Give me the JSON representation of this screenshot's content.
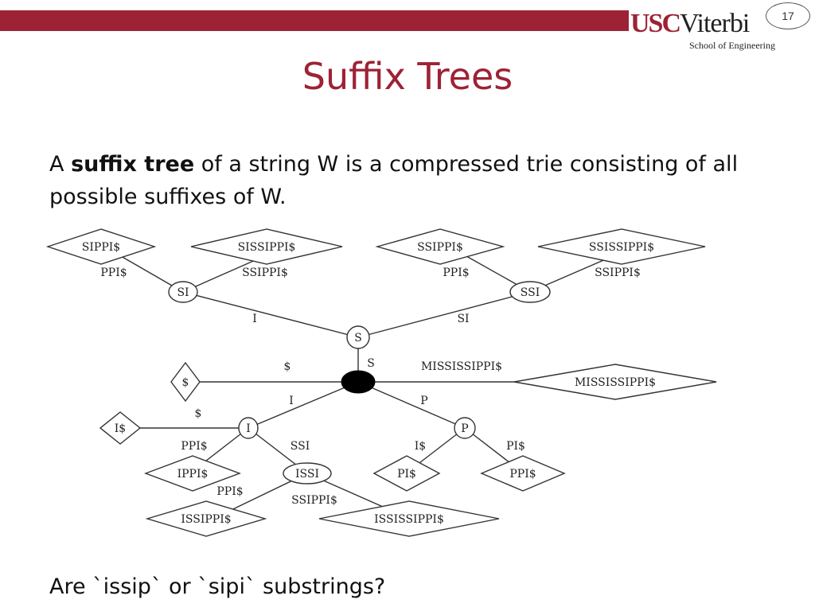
{
  "header": {
    "logo_main": "USC",
    "logo_viterbi": "Viterbi",
    "logo_sub": "School of Engineering",
    "page_number": "17"
  },
  "slide": {
    "title": "Suffix Trees",
    "intro_part1": "A ",
    "intro_bold": "suffix tree",
    "intro_part2": " of a string W is a compressed trie consisting of all possible suffixes of W.",
    "question": "Are `issip` or `sipi` substrings?"
  },
  "diagram": {
    "nodes": {
      "root": "",
      "s": "S",
      "si": "SI",
      "ssi": "SSI",
      "i": "I",
      "issi": "ISSI",
      "p": "P"
    },
    "leaves": {
      "sippis": "SIPPI$",
      "sissippis": "SISSIPPI$",
      "ssippis": "SSIPPI$",
      "ssissippis": "SSISSIPPI$",
      "dollar": "$",
      "mississippis": "MISSISSIPPI$",
      "is": "I$",
      "ippis": "IPPI$",
      "pis": "PI$",
      "ppis": "PPI$",
      "issippis": "ISSIPPI$",
      "ississippis": "ISSISSIPPI$"
    },
    "edge_labels": {
      "si_sippis": "PPI$",
      "si_sissippis": "SSIPPI$",
      "ssi_ssippis": "PPI$",
      "ssi_ssissippis": "SSIPPI$",
      "s_si": "I",
      "s_ssi": "SI",
      "root_s": "S",
      "root_dollar": "$",
      "root_mississippis": "MISSISSIPPI$",
      "root_i": "I",
      "root_p": "P",
      "i_is": "$",
      "i_ippis": "PPI$",
      "i_issi": "SSI",
      "issi_issippis": "PPI$",
      "issi_ississippis": "SSIPPI$",
      "p_pis": "I$",
      "p_ppis": "PI$"
    }
  }
}
